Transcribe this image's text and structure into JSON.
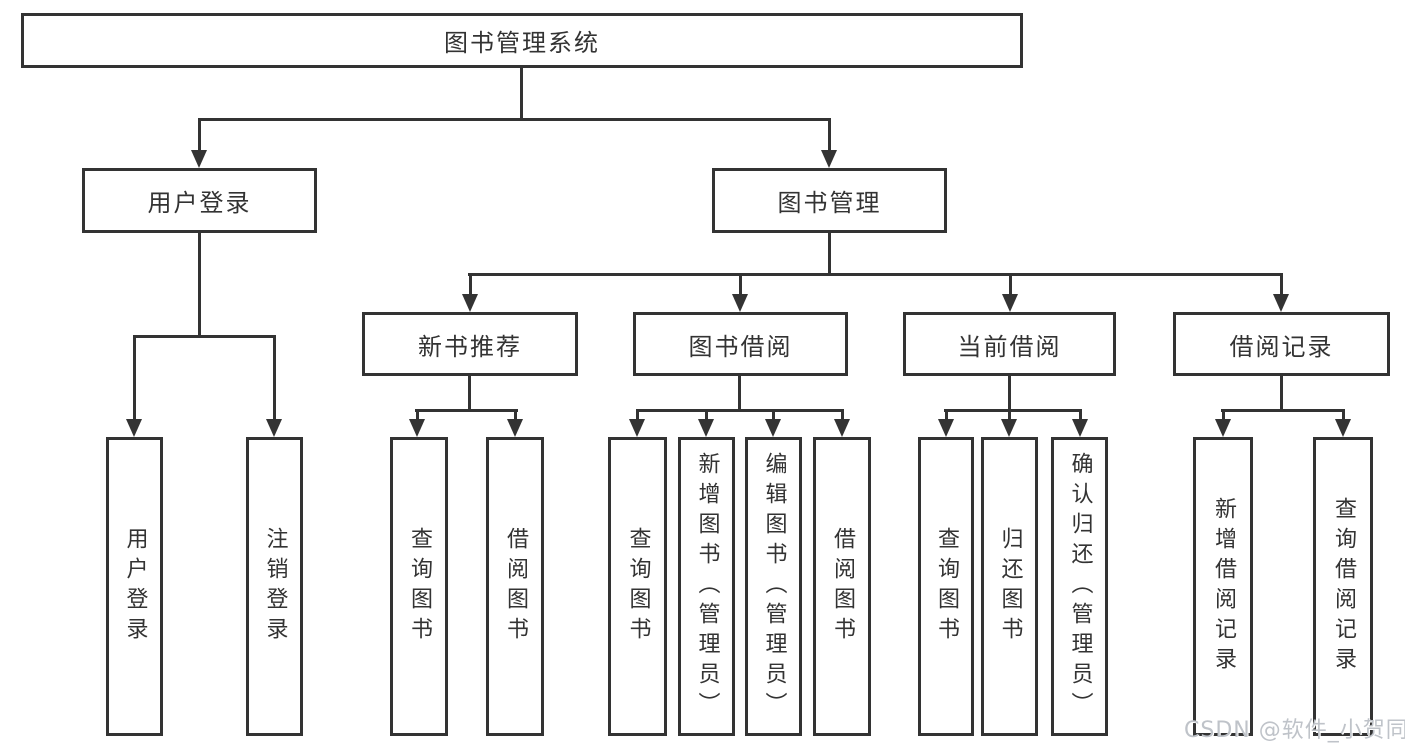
{
  "diagram": {
    "root": "图书管理系统",
    "level2": [
      "用户登录",
      "图书管理"
    ],
    "level3": [
      "新书推荐",
      "图书借阅",
      "当前借阅",
      "借阅记录"
    ],
    "leaves": {
      "user_login": [
        "用户登录",
        "注销登录"
      ],
      "new_book_recommend": [
        "查询图书",
        "借阅图书"
      ],
      "book_borrow": [
        "查询图书",
        "新增图书（管理员）",
        "编辑图书（管理员）",
        "借阅图书"
      ],
      "current_borrow": [
        "查询图书",
        "归还图书",
        "确认归还（管理员）"
      ],
      "borrow_record": [
        "新增借阅记录",
        "查询借阅记录"
      ]
    }
  },
  "watermark": "CSDN @软件_小贺同学",
  "colors": {
    "line": "#333333",
    "text": "#333333",
    "watermark": "#bfc3c9",
    "background": "#ffffff"
  }
}
